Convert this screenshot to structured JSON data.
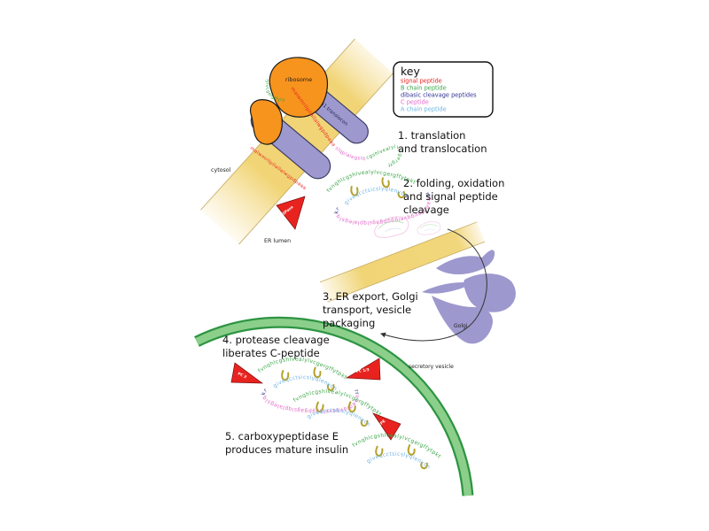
{
  "key": {
    "title": "key",
    "entries": [
      {
        "label": "signal peptide",
        "color": "#e8231f"
      },
      {
        "label": "B chain peptide",
        "color": "#3aa648"
      },
      {
        "label": "dibasic cleavage peptides",
        "color": "#2e3192"
      },
      {
        "label": "C peptide",
        "color": "#e268c9"
      },
      {
        "label": "A chain peptide",
        "color": "#6fb4e4"
      }
    ]
  },
  "steps": [
    {
      "lines": [
        "1. translation",
        "and translocation"
      ]
    },
    {
      "lines": [
        "2. folding, oxidation",
        "and signal peptide",
        "cleavage"
      ]
    },
    {
      "lines": [
        "3. ER export, Golgi",
        "transport, vesicle",
        "packaging"
      ]
    },
    {
      "lines": [
        "4. protease cleavage",
        "liberates C-peptide"
      ]
    },
    {
      "lines": [
        "5. carboxypeptidase E",
        "produces mature insulin"
      ]
    }
  ],
  "labels": {
    "ribosome": "ribosome",
    "translocon": "sec61 translocon",
    "cytosol": "cytosol",
    "er_lumen": "ER lumen",
    "golgi": "Golgi",
    "secretory_vesicle": "secretory vesicle"
  },
  "enzymes": {
    "signal_peptidase": "SPase",
    "pc2": "PC 2",
    "pc13": "PC 1/3",
    "cpe": "CPE"
  },
  "sequences": {
    "signal": "malwmrllpllallalwgpdpaaa",
    "b_chain": "fvnqhlcgshlvealylvcgergffytpkt",
    "a_chain": "giveqcctsicslyqlenycn",
    "c_peptide": "eaedlqvgqvelgggpgagslqplalegslq",
    "dibasic_rr": "rr",
    "dibasic_kr": "kr",
    "nascent_near_ribosome": "lylvcgergffytpkt",
    "nascent_c_segment": "slqplalegslq",
    "nascent_b_loop": "cgshlvealylvcgergff"
  },
  "colors": {
    "signal_red": "#e8231f",
    "b_chain_green": "#3aa648",
    "dibasic_blue": "#2e3192",
    "c_peptide_magenta": "#e268c9",
    "a_chain_lightblue": "#6fb4e4",
    "disulfide_bond": "#b5a12c",
    "er_membrane": "#f0d26e",
    "membrane_edge": "#c2a558",
    "organelle_purple": "#9d99ce",
    "ribosome_orange": "#f7941e",
    "vesicle_green_dark": "#2d9442",
    "vesicle_green_light": "#8bcf8b",
    "protease_triangle": "#e8231f"
  }
}
